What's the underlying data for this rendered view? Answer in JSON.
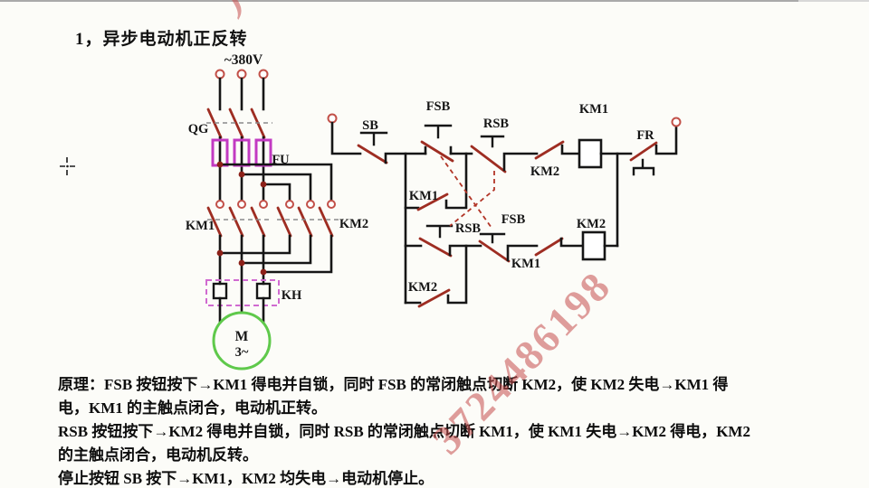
{
  "title": "1，异步电动机正反转",
  "diagram": {
    "labels": {
      "supply": "~380V",
      "qg": "QG",
      "fu": "FU",
      "km1_main": "KM1",
      "km2_main": "KM2",
      "kh": "KH",
      "motor_m": "M",
      "motor_ph": "3~",
      "sb": "SB",
      "fsb_no": "FSB",
      "rsb_nc": "RSB",
      "km2_nc": "KM2",
      "km1_coil": "KM1",
      "fr": "FR",
      "km1_hold": "KM1",
      "rsb_no": "RSB",
      "fsb_nc": "FSB",
      "km1_nc": "KM1",
      "km2_coil": "KM2",
      "km2_hold": "KM2"
    },
    "colors": {
      "wire": "#161616",
      "contact_red": "#9e2d22",
      "fuse_magenta": "#c23ac2",
      "kh_magenta": "#d06ad0",
      "motor_green": "#5fc94b",
      "terminal_red": "#c25048"
    }
  },
  "principle": {
    "lines": [
      "原理：FSB 按钮按下→KM1 得电并自锁，同时 FSB 的常闭触点切断 KM2，使 KM2 失电→KM1 得",
      "电，KM1 的主触点闭合，电动机正转。",
      "RSB 按钮按下→KM2 得电并自锁，同时 RSB 的常闭触点切断 KM1，使 KM1 失电→KM2 得电，KM2",
      "的主触点闭合，电动机反转。",
      "停止按钮 SB 按下→KM1，KM2 均失电→电动机停止。"
    ]
  },
  "watermark": {
    "text": "3724486198",
    "fragment": ")"
  }
}
